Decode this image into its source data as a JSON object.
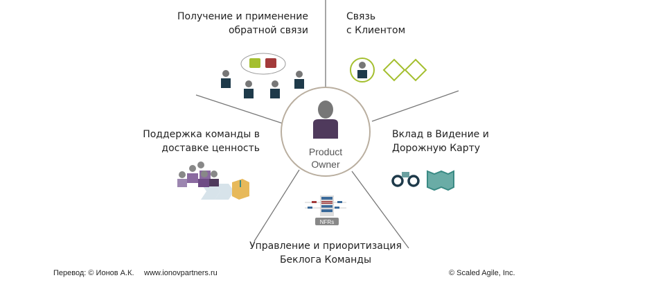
{
  "center": {
    "title_line1": "Product",
    "title_line2": "Owner"
  },
  "sections": {
    "feedback": {
      "line1": "Получение и применение",
      "line2": "обратной связи"
    },
    "customer": {
      "line1": "Связь",
      "line2": "с Клиентом"
    },
    "team": {
      "line1": "Поддержка команды в",
      "line2": "доставке ценность"
    },
    "vision": {
      "line1": "Вклад в Видение и",
      "line2": "Дорожную Карту"
    },
    "backlog": {
      "line1": "Управление и приоритизация",
      "line2": "Беклога Команды",
      "icon_label": "NFRs"
    }
  },
  "footer": {
    "translation": "Перевод: © Ионов А.К.",
    "website": "www.ionovpartners.ru",
    "copyright": "© Scaled Agile,  Inc."
  },
  "colors": {
    "purple": "#4f3a5c",
    "navy": "#1e3a4a",
    "green": "#a4bf2f",
    "red": "#a33a3a",
    "teal": "#3a8a84"
  }
}
